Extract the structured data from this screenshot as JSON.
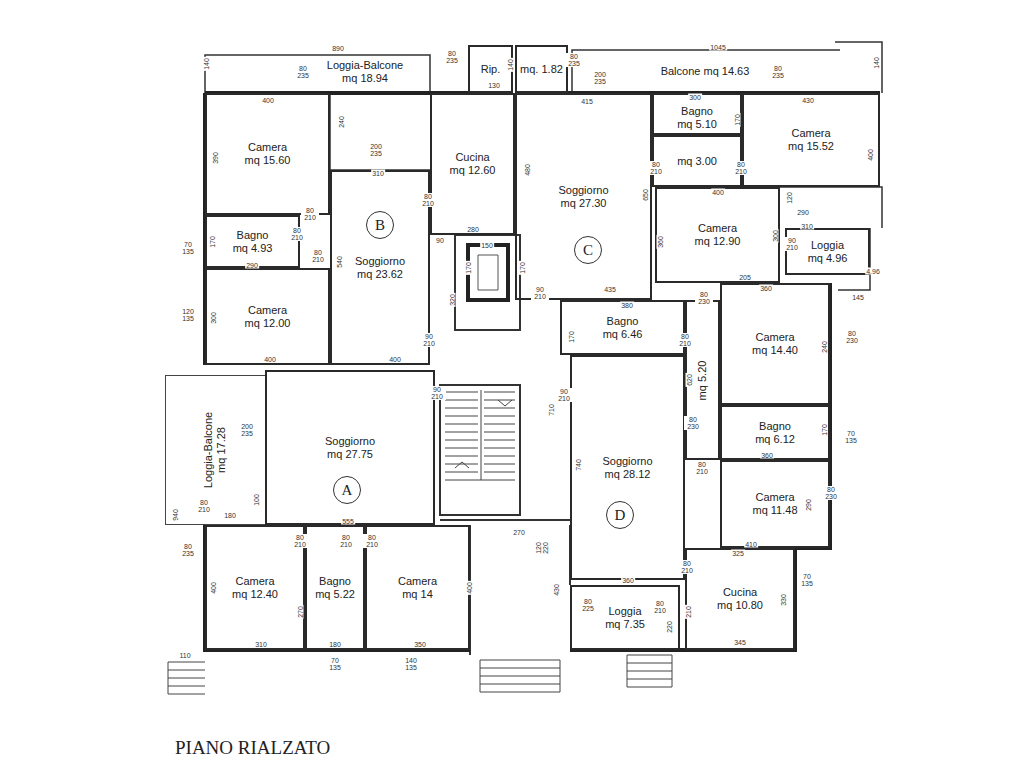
{
  "diagram": {
    "title": "PIANO RIALZATO",
    "nodes": [
      {
        "text": [
          "Loggia-Balcone",
          "mq 18.94"
        ]
      },
      {
        "text": [
          "Rip."
        ]
      },
      {
        "text": [
          "mq. 1.82"
        ]
      },
      {
        "text": [
          "Balcone mq 14.63"
        ]
      },
      {
        "text": [
          "Camera",
          "mq 15.60"
        ]
      },
      {
        "text": [
          "Bagno",
          "mq 4.93"
        ]
      },
      {
        "text": [
          "Camera",
          "mq 12.00"
        ]
      },
      {
        "text": [
          "Soggiorno",
          "mq 23.62"
        ]
      },
      {
        "text": [
          "B"
        ],
        "in": 7
      },
      {
        "text": [
          "Cucina",
          "mq 12.60"
        ]
      },
      {
        "text": [
          "Soggiorno",
          "mq 27.30"
        ]
      },
      {
        "text": [
          "C"
        ],
        "in": 10
      },
      {
        "text": [
          "Bagno",
          "mq 5.10"
        ]
      },
      {
        "text": [
          "mq 3.00"
        ]
      },
      {
        "text": [
          "Camera",
          "mq 15.52"
        ]
      },
      {
        "text": [
          "Camera",
          "mq 12.90"
        ]
      },
      {
        "text": [
          "Loggia",
          "mq 4.96"
        ]
      },
      {
        "text": [
          "Bagno",
          "mq 6.46"
        ]
      },
      {
        "text": [
          "Camera",
          "mq 14.40"
        ]
      },
      {
        "text": [
          "mq 5.20"
        ]
      },
      {
        "text": [
          "Bagno",
          "mq 6.12"
        ]
      },
      {
        "text": [
          "Camera",
          "mq 11.48"
        ]
      },
      {
        "text": [
          "Soggiorno",
          "mq 28.12"
        ]
      },
      {
        "text": [
          "D"
        ],
        "in": 22
      },
      {
        "text": [
          "Cucina",
          "mq 10.80"
        ]
      },
      {
        "text": [
          "Loggia",
          "mq 7.35"
        ]
      },
      {
        "text": [
          "Soggiorno",
          "mq 27.75"
        ]
      },
      {
        "text": [
          "A"
        ],
        "in": 26
      },
      {
        "text": [
          "Loggia-Balcone",
          "mq 17.28"
        ]
      },
      {
        "text": [
          "Camera",
          "mq 12.40"
        ]
      },
      {
        "text": [
          "Bagno",
          "mq 5.22"
        ]
      },
      {
        "text": [
          "Camera",
          "mq 14"
        ]
      }
    ],
    "labels": [
      "890",
      "1045",
      "140",
      "80 235",
      "80 235",
      "130",
      "140",
      "80 235",
      "200 235",
      "80 235",
      "140",
      "400",
      "240",
      "200 235",
      "310",
      "415",
      "300",
      "430",
      "170",
      "390",
      "480",
      "80 210",
      "80 210",
      "80 210",
      "170",
      "70 135",
      "80 210",
      "540",
      "90",
      "280",
      "150",
      "170",
      "170",
      "290",
      "120 135",
      "300",
      "320",
      "90 210",
      "400",
      "400",
      "90 210",
      "80 210",
      "80 210",
      "400",
      "120",
      "290",
      "310",
      "300",
      "90 210",
      "650",
      "400",
      "360",
      "205",
      "145",
      "4.96",
      "435",
      "380",
      "80 230",
      "80 210",
      "170",
      "360",
      "80 230",
      "240",
      "620",
      "710",
      "90 210",
      "360",
      "170",
      "70 135",
      "80 230",
      "80 210",
      "740",
      "80 230",
      "290",
      "410",
      "325",
      "80 210",
      "360",
      "80 225",
      "80 210",
      "210",
      "220",
      "70 135",
      "330",
      "345",
      "430",
      "120 220",
      "270",
      "200 235",
      "940",
      "80 210",
      "100",
      "180",
      "80 235",
      "555",
      "80 210",
      "80 210",
      "80 210",
      "400",
      "270",
      "180",
      "310",
      "350",
      "400",
      "90 210",
      "110",
      "70 135",
      "140 135"
    ]
  }
}
